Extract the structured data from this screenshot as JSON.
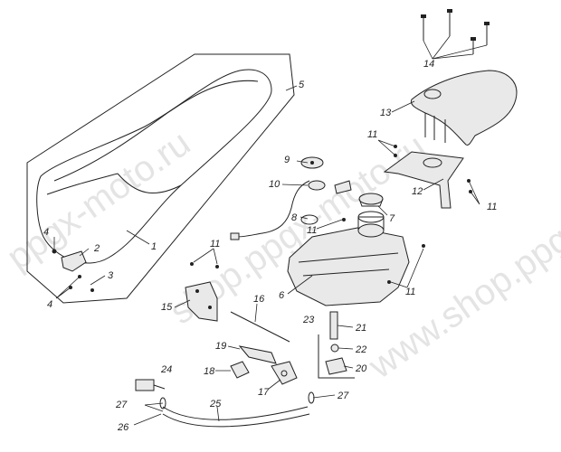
{
  "watermark": {
    "text_left": "ppgx-moto.ru",
    "text_center": "shop.ppgx-moto.ru",
    "text_right": "www.shop.ppgx-moto.ru"
  },
  "callouts": {
    "c1": "1",
    "c2": "2",
    "c3": "3",
    "c4a": "4",
    "c4b": "4",
    "c5": "5",
    "c6": "6",
    "c7": "7",
    "c8": "8",
    "c9": "9",
    "c10": "10",
    "c11a": "11",
    "c11b": "11",
    "c11c": "11",
    "c11d": "11",
    "c11e": "11",
    "c12": "12",
    "c13": "13",
    "c14": "14",
    "c15": "15",
    "c16": "16",
    "c17": "17",
    "c18": "18",
    "c19": "19",
    "c20": "20",
    "c21": "21",
    "c22": "22",
    "c23": "23",
    "c24": "24",
    "c25": "25",
    "c26": "26",
    "c27a": "27",
    "c27b": "27"
  },
  "colors": {
    "line": "#222222",
    "watermark": "#cfcfcf",
    "part_fill": "#e9e9e9"
  }
}
